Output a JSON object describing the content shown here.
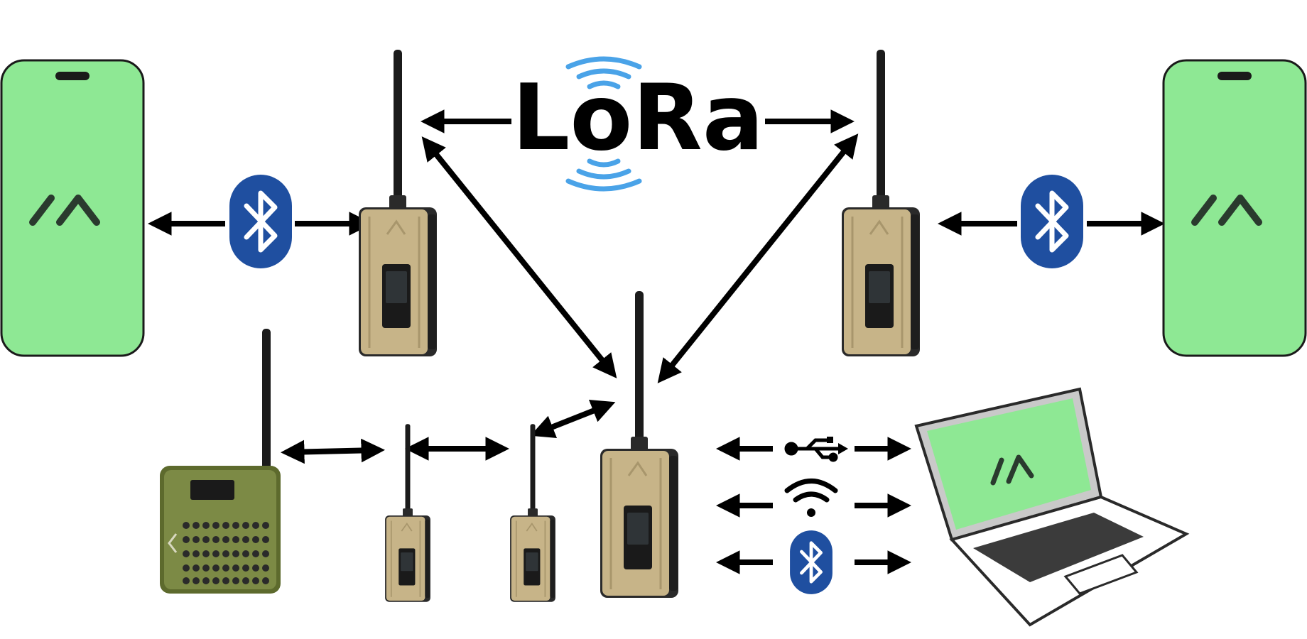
{
  "title": "LoRa",
  "colors": {
    "background": "#ffffff",
    "screen_green": "#8ee894",
    "bluetooth_blue": "#1f4fa0",
    "lora_wave_blue": "#4aa3e8",
    "device_tan": "#c7b488",
    "device_dark": "#2a2a2a",
    "keyboard_board_green": "#7c8a45",
    "arrow": "#000000"
  },
  "nodes": [
    {
      "id": "phone-left",
      "icon": "smartphone-icon"
    },
    {
      "id": "phone-right",
      "icon": "smartphone-icon"
    },
    {
      "id": "radio-top-left",
      "icon": "lora-radio-icon"
    },
    {
      "id": "radio-top-right",
      "icon": "lora-radio-icon"
    },
    {
      "id": "radio-center",
      "icon": "lora-radio-icon"
    },
    {
      "id": "radio-small-1",
      "icon": "lora-radio-icon"
    },
    {
      "id": "radio-small-2",
      "icon": "lora-radio-icon"
    },
    {
      "id": "keyboard-device",
      "icon": "keyboard-device-icon"
    },
    {
      "id": "laptop",
      "icon": "laptop-icon"
    }
  ],
  "links": [
    {
      "from": "phone-left",
      "to": "radio-top-left",
      "via": "bluetooth-icon"
    },
    {
      "from": "radio-top-right",
      "to": "phone-right",
      "via": "bluetooth-icon"
    },
    {
      "from": "radio-top-left",
      "to": "radio-top-right",
      "via": "lora-logo"
    },
    {
      "from": "radio-top-left",
      "to": "radio-center",
      "via": "lora"
    },
    {
      "from": "radio-top-right",
      "to": "radio-center",
      "via": "lora"
    },
    {
      "from": "keyboard-device",
      "to": "radio-small-1",
      "via": "lora"
    },
    {
      "from": "radio-small-1",
      "to": "radio-small-2",
      "via": "lora"
    },
    {
      "from": "radio-small-2",
      "to": "radio-center",
      "via": "lora"
    },
    {
      "from": "radio-center",
      "to": "laptop",
      "via": "usb-icon"
    },
    {
      "from": "radio-center",
      "to": "laptop",
      "via": "wifi-icon"
    },
    {
      "from": "radio-center",
      "to": "laptop",
      "via": "bluetooth-icon"
    }
  ]
}
